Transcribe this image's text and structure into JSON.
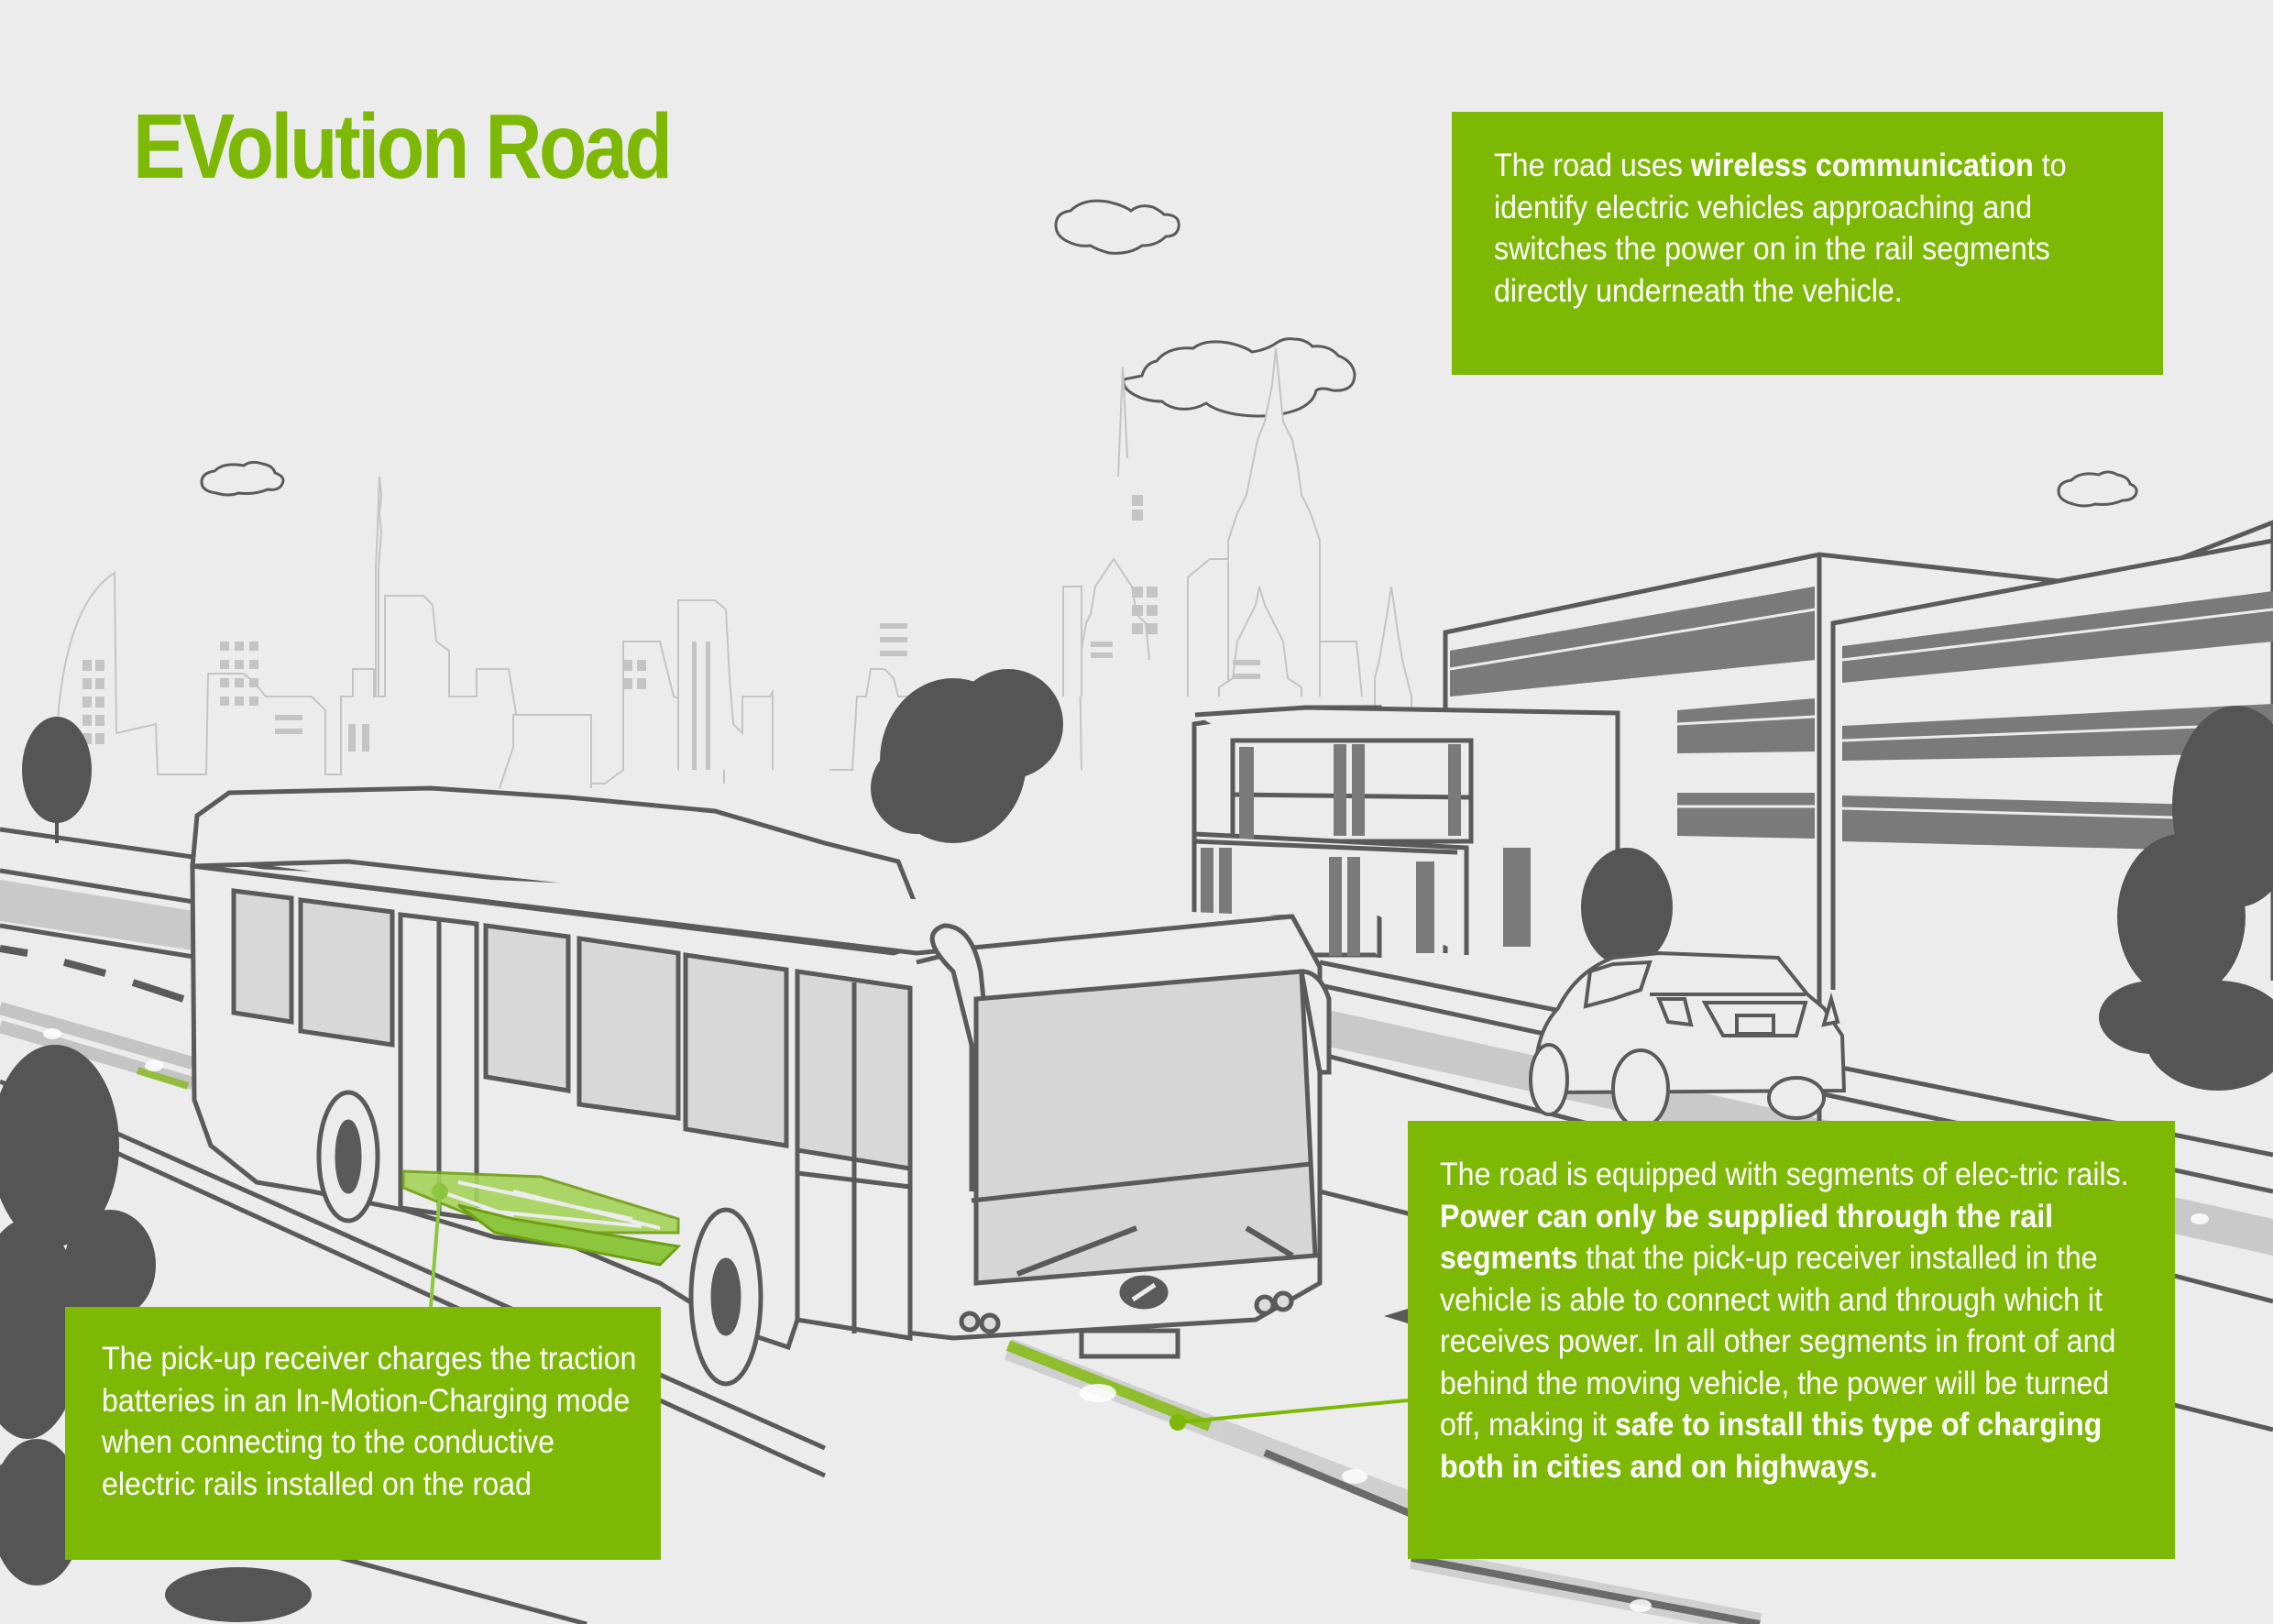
{
  "title": "EVolution Road",
  "colors": {
    "accent": "#7db904",
    "background": "#ececec",
    "line": "#5a5a5a",
    "skyline": "#c4c4c4"
  },
  "callouts": {
    "wireless": {
      "parts": [
        {
          "text": "The road uses ",
          "bold": false
        },
        {
          "text": "wireless communication",
          "bold": true
        },
        {
          "text": " to identify electric vehicles approaching and switches the power on in the rail segments directly underneath the vehicle.",
          "bold": false
        }
      ]
    },
    "rails": {
      "parts": [
        {
          "text": "The road is equipped with segments of elec-tric rails. ",
          "bold": false
        },
        {
          "text": "Power can only be supplied through the rail segments",
          "bold": true
        },
        {
          "text": " that the pick-up receiver installed in the vehicle is able to connect with and through which it receives power. In all other segments in front of and behind the moving vehicle, the power will be turned off, making it ",
          "bold": false
        },
        {
          "text": "safe to install this type of charging both in cities and on highways.",
          "bold": true
        }
      ]
    },
    "pickup": {
      "parts": [
        {
          "text": "The pick-up receiver charges the traction batteries in an In-Motion-Charging mode when connecting to the conductive electric rails installed on the road",
          "bold": false
        }
      ]
    }
  },
  "illustration": {
    "elements": [
      "cloud",
      "cloud",
      "cloud",
      "cloud",
      "city-skyline",
      "office-building",
      "house",
      "electric-bus",
      "pick-up-receiver",
      "car",
      "electric-rail",
      "trees"
    ]
  }
}
